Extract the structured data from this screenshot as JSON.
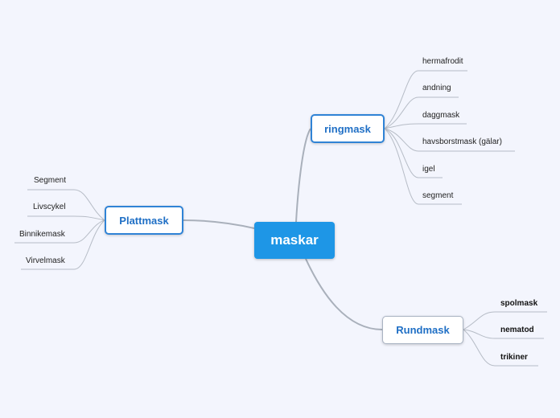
{
  "central": {
    "label": "maskar"
  },
  "branches": {
    "ringmask": {
      "label": "ringmask",
      "children": [
        "hermafrodit",
        "andning",
        "daggmask",
        "havsborstmask (gälar)",
        "igel",
        "segment"
      ]
    },
    "plattmask": {
      "label": "Plattmask",
      "children": [
        "Segment",
        "Livscykel",
        "Binnikemask",
        "Virvelmask"
      ]
    },
    "rundmask": {
      "label": "Rundmask",
      "children": [
        "spolmask",
        "nematod",
        "trikiner"
      ]
    }
  },
  "colors": {
    "background": "#f3f5fd",
    "central_fill": "#1e96e6",
    "branch_text": "#1f6fc5",
    "connector": "#a9b0bb"
  }
}
